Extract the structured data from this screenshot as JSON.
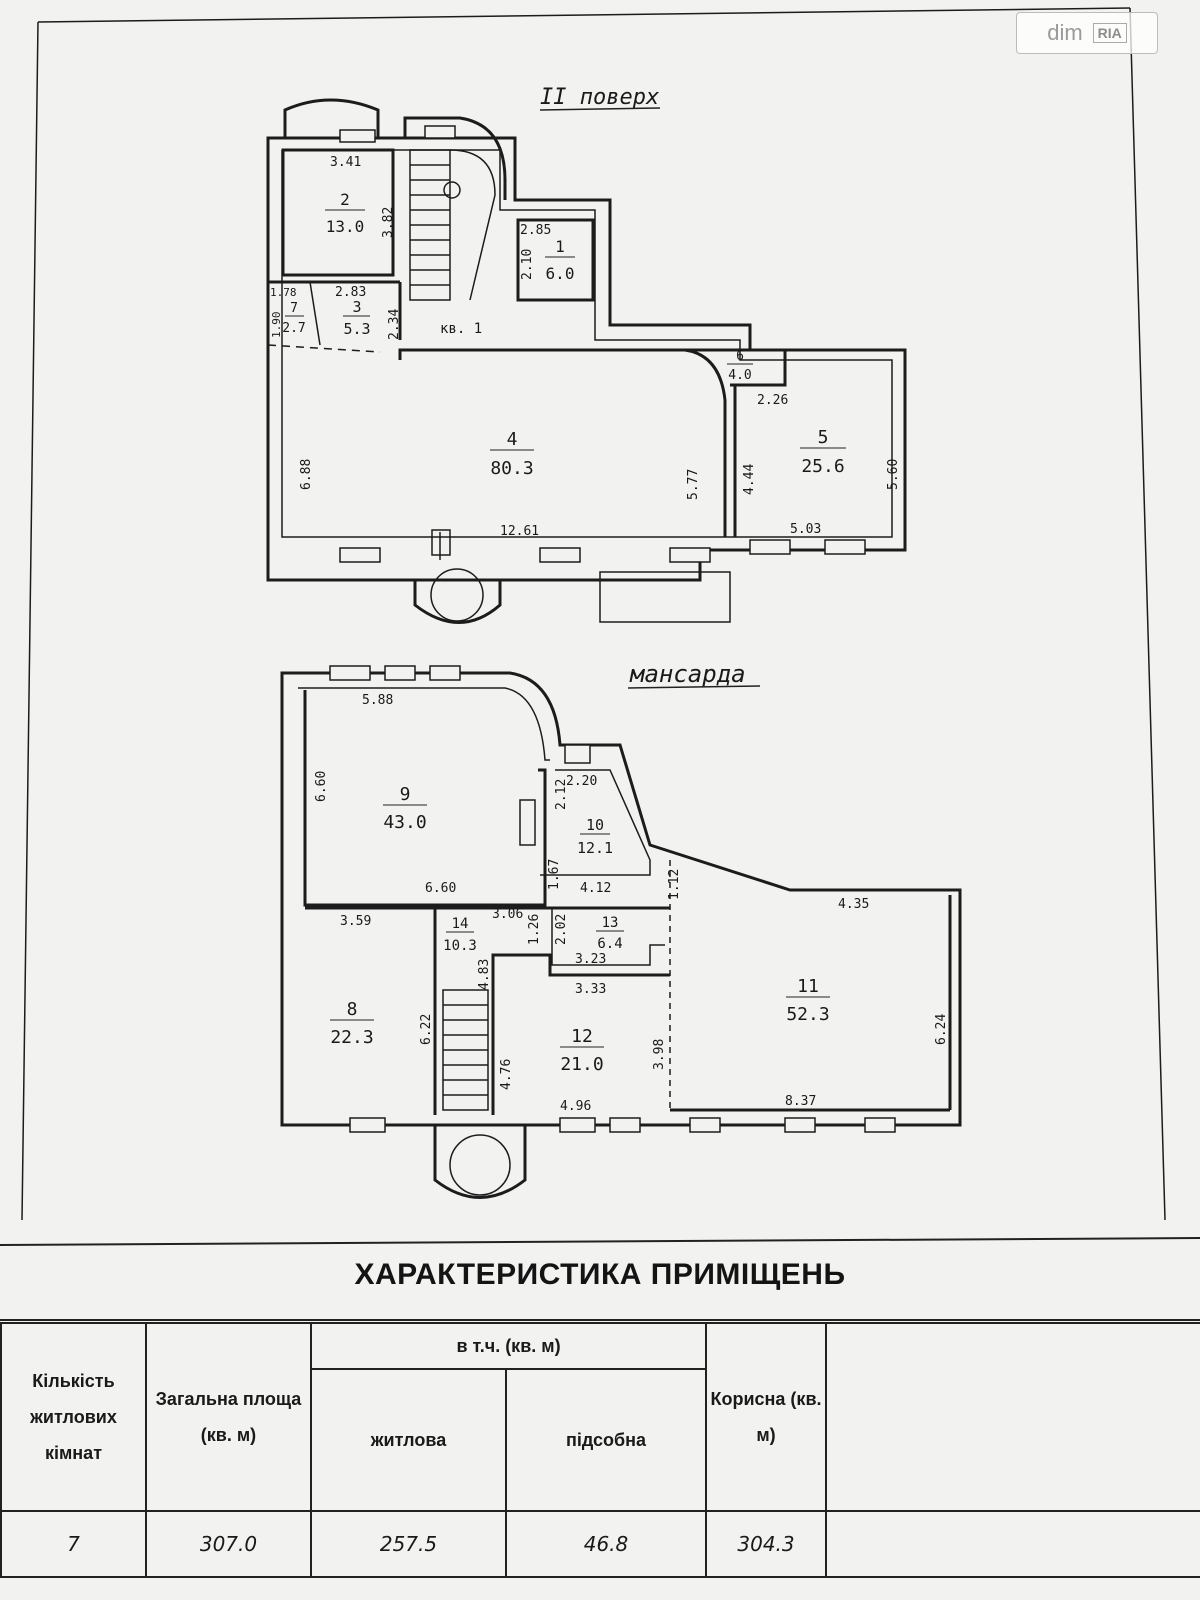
{
  "watermark": {
    "brand": "dim",
    "sub": "RIA"
  },
  "floors": [
    {
      "title": "ІІ поверх",
      "rooms": [
        {
          "number": "1",
          "area": "6.0"
        },
        {
          "number": "2",
          "area": "13.0"
        },
        {
          "number": "3",
          "area": "5.3"
        },
        {
          "number": "4",
          "area": "80.3"
        },
        {
          "number": "5",
          "area": "25.6"
        },
        {
          "number": "6",
          "area": "4.0"
        },
        {
          "number": "7",
          "area": "2.7"
        }
      ],
      "dimensions": [
        "3.41",
        "3.82",
        "2.83",
        "2.34",
        "2.85",
        "2.10",
        "1.78",
        "1.90",
        "6.88",
        "12.61",
        "5.77",
        "2.26",
        "4.44",
        "5.60",
        "5.03"
      ],
      "unit_label": "кв. 1"
    },
    {
      "title": "мансарда",
      "rooms": [
        {
          "number": "8",
          "area": "22.3"
        },
        {
          "number": "9",
          "area": "43.0"
        },
        {
          "number": "10",
          "area": "12.1"
        },
        {
          "number": "11",
          "area": "52.3"
        },
        {
          "number": "12",
          "area": "21.0"
        },
        {
          "number": "13",
          "area": "6.4"
        },
        {
          "number": "14",
          "area": "10.3"
        }
      ],
      "dimensions": [
        "5.88",
        "6.60",
        "6.60",
        "2.20",
        "2.12",
        "1.67",
        "4.12",
        "1.12",
        "3.59",
        "6.22",
        "3.06",
        "1.26",
        "4.83",
        "2.02",
        "3.23",
        "3.33",
        "4.76",
        "3.98",
        "4.96",
        "4.35",
        "6.24",
        "8.37"
      ]
    }
  ],
  "characteristics": {
    "title": "ХАРАКТЕРИСТИКА ПРИМІЩЕНЬ",
    "headers": {
      "rooms_count": "Кількість житлових кімнат",
      "total_area": "Загальна площа (кв. м)",
      "including": "в т.ч. (кв. м)",
      "living": "житлова",
      "auxiliary": "підсобна",
      "useful": "Корисна (кв. м)"
    },
    "values": {
      "rooms_count": "7",
      "total_area": "307.0",
      "living": "257.5",
      "auxiliary": "46.8",
      "useful": "304.3"
    }
  }
}
